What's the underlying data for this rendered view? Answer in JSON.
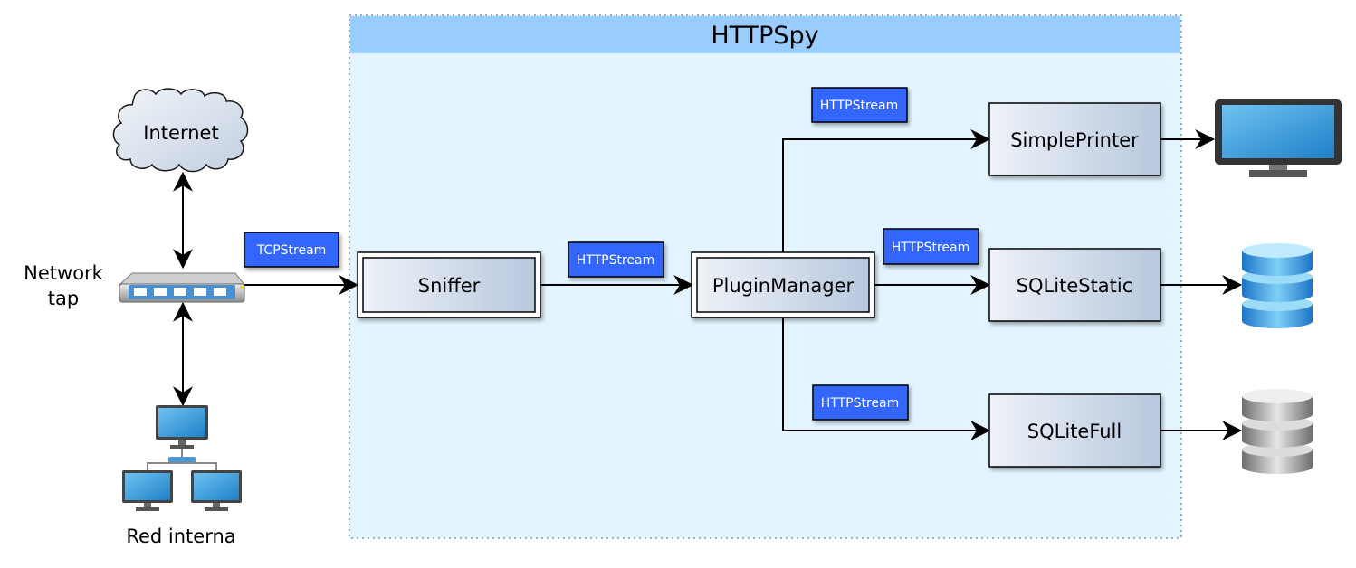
{
  "container": {
    "title": "HTTPSpy"
  },
  "external": {
    "internet": "Internet",
    "network_tap": [
      "Network",
      "tap"
    ],
    "internal_network": "Red interna"
  },
  "components": {
    "sniffer": "Sniffer",
    "plugin_manager": "PluginManager",
    "simple_printer": "SimplePrinter",
    "sqlite_static": "SQLiteStatic",
    "sqlite_full": "SQLiteFull"
  },
  "streams": {
    "tcp": "TCPStream",
    "http_to_manager": "HTTPStream",
    "http_to_printer": "HTTPStream",
    "http_to_static": "HTTPStream",
    "http_to_full": "HTTPStream"
  },
  "icons": {
    "internet": "cloud-icon",
    "network_tap": "network-switch-icon",
    "internal_network": "computer-network-icon",
    "printer_output": "monitor-icon",
    "static_output": "blue-database-icon",
    "full_output": "gray-database-icon"
  },
  "colors": {
    "container_fill": "#e3f4ff",
    "container_header": "#99ccff",
    "stream_tag": "#3366ff",
    "box_gradient_start": "#eef2f8",
    "box_gradient_end": "#b8c8de"
  }
}
